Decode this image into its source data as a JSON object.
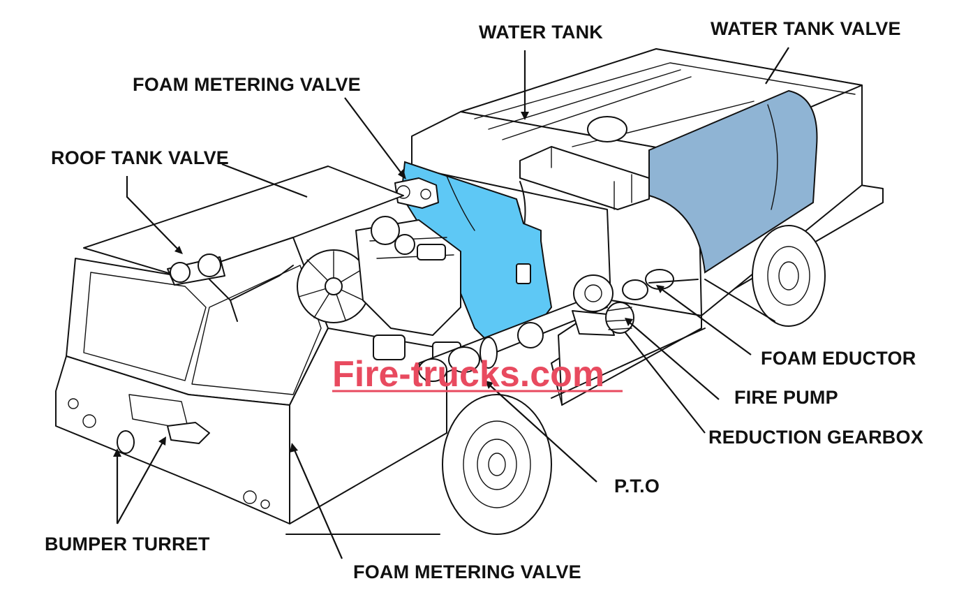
{
  "labels": {
    "water_tank": "WATER TANK",
    "water_tank_valve": "WATER TANK VALVE",
    "foam_metering_valve_top": "FOAM METERING VALVE",
    "roof_tank_valve": "ROOF TANK VALVE",
    "foam_eductor": "FOAM EDUCTOR",
    "fire_pump": "FIRE PUMP",
    "reduction_gearbox": "REDUCTION GEARBOX",
    "pto": "P.T.O",
    "bumper_turret": "BUMPER TURRET",
    "foam_metering_valve_bottom": "FOAM METERING VALVE"
  },
  "watermark": "Fire-trucks.com",
  "colors": {
    "water_tank_fill": "#8fb4d4",
    "foam_tank_fill": "#5ec8f5",
    "watermark": "#e84a5f",
    "line": "#111111"
  }
}
